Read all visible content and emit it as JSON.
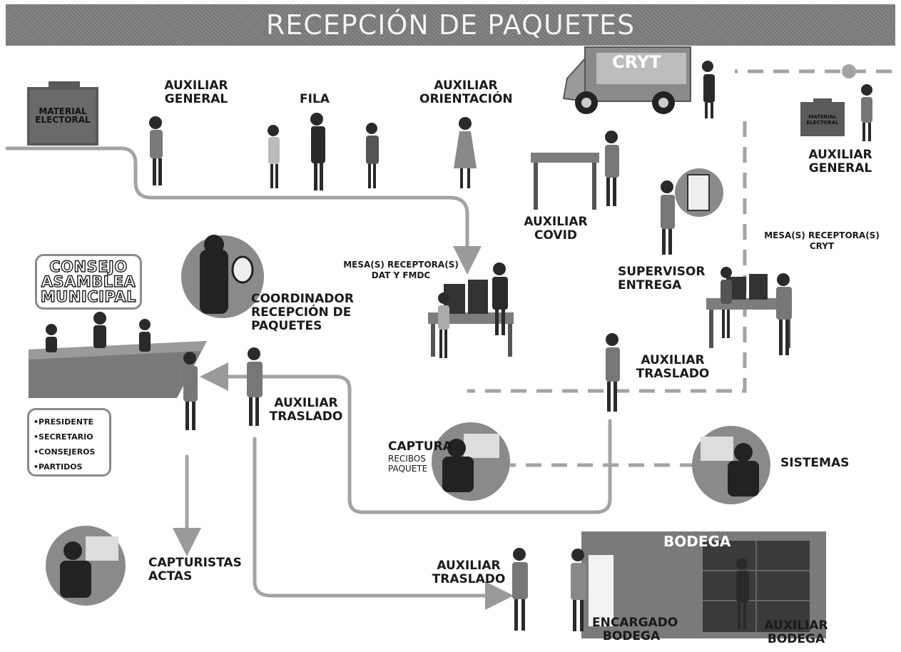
{
  "title": "RECEPCIÓN DE PAQUETES",
  "truck_label": "CRyT",
  "bodega_sign": "BODEGA",
  "material_box_label": [
    "MATERIAL",
    "ELECTORAL"
  ],
  "council": {
    "title_lines": [
      "CONSEJO",
      "ASAMBLEA",
      "MUNICIPAL"
    ],
    "roles": [
      "•PRESIDENTE",
      "•SECRETARIO",
      "•CONSEJEROS",
      "•PARTIDOS"
    ]
  },
  "labels": {
    "aux_general_1": [
      "AUXILIAR",
      "GENERAL"
    ],
    "fila": "FILA",
    "aux_orientacion": [
      "AUXILIAR",
      "ORIENTACIÓN"
    ],
    "aux_general_2": [
      "AUXILIAR",
      "GENERAL"
    ],
    "aux_covid": [
      "AUXILIAR",
      "COVID"
    ],
    "supervisor": [
      "SUPERVISOR",
      "ENTREGA"
    ],
    "mesa_cryt": [
      "MESA(S) RECEPTORA(S)",
      "CRyT"
    ],
    "mesa_dat": [
      "MESA(S) RECEPTORA(S)",
      "DAT Y FMDC"
    ],
    "coordinador": [
      "COORDINADOR",
      "RECEPCIÓN DE",
      "PAQUETES"
    ],
    "aux_traslado_1": [
      "AUXILIAR",
      "TRASLADO"
    ],
    "aux_traslado_2": [
      "AUXILIAR",
      "TRASLADO"
    ],
    "aux_traslado_3": [
      "AUXILIAR",
      "TRASLADO"
    ],
    "captura": "CAPTURA",
    "captura_sub": [
      "RECIBOS",
      "PAQUETE"
    ],
    "sistemas": "SISTEMAS",
    "capturistas": [
      "CAPTURISTAS",
      "ACTAS"
    ],
    "encargado": [
      "ENCARGADO",
      "BODEGA"
    ],
    "aux_bodega": [
      "AUXILIAR",
      "BODEGA"
    ]
  },
  "colors": {
    "banner": "#7c7c7c",
    "flow_line": "#9a9a9a",
    "figure": "#2a2a2a",
    "circle_bg": "#8a8a8a"
  }
}
